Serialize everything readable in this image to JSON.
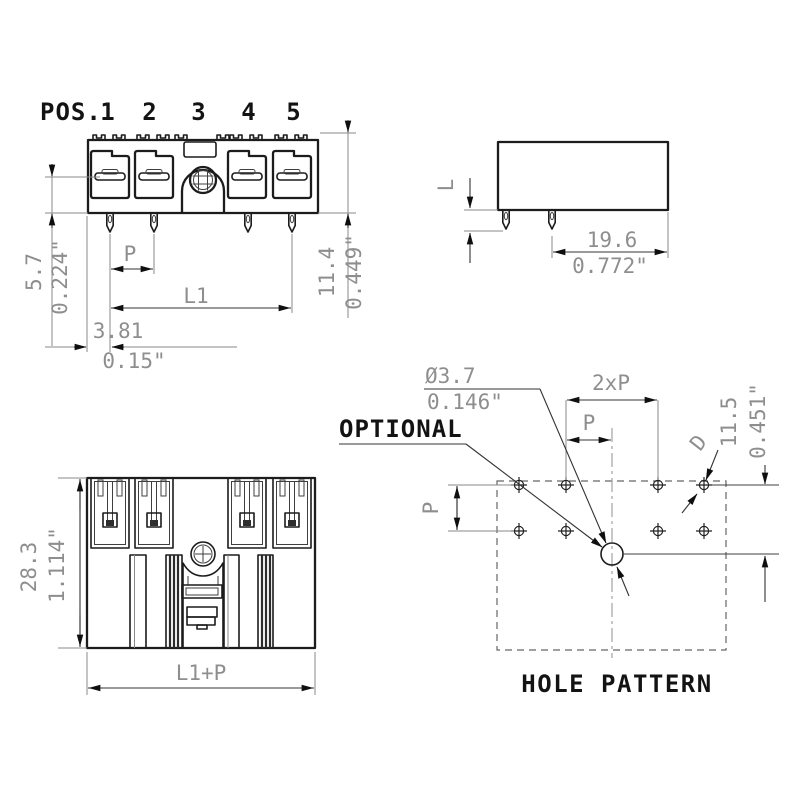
{
  "front_view": {
    "pos_label": "POS.",
    "positions": [
      "1",
      "2",
      "3",
      "4",
      "5"
    ],
    "dims": {
      "pin_offset_mm": "5.7",
      "pin_offset_in": "0.224\"",
      "pitch": "P",
      "length": "L1",
      "edge_offset_mm": "3.81",
      "edge_offset_in": "0.15\"",
      "height_mm": "11.4",
      "height_in": "0.449\""
    }
  },
  "side_view": {
    "dims": {
      "pin_length": "L",
      "depth_mm": "19.6",
      "depth_in": "0.772\""
    }
  },
  "top_view": {
    "dims": {
      "height_mm": "28.3",
      "height_in": "1.114\"",
      "width": "L1+P"
    }
  },
  "hole_pattern": {
    "title": "HOLE PATTERN",
    "optional_label": "OPTIONAL",
    "dims": {
      "hole_dia_mm": "Ø3.7",
      "hole_dia_in": "0.146\"",
      "double_pitch": "2xP",
      "pitch_h": "P",
      "pitch_v": "P",
      "pin_hole_dia": "D",
      "row_offset_mm": "11.5",
      "row_offset_in": "0.451\""
    }
  },
  "colors": {
    "background": "#ffffff",
    "outline": "#1c1c1c",
    "dimension_text": "#8e8e8e",
    "label_text": "#131313"
  }
}
